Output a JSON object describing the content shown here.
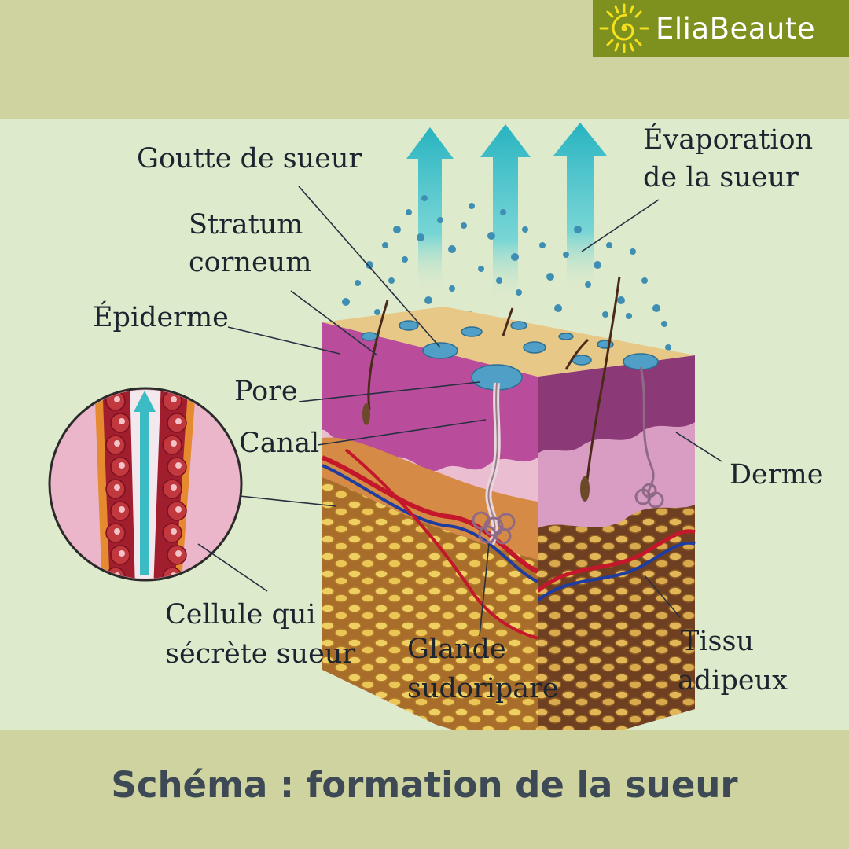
{
  "brand": {
    "name": "EliaBeaute",
    "colors": {
      "banner": "#7e911f",
      "sun": "#f5e11c"
    }
  },
  "labels": {
    "goutte": "Goutte de sueur",
    "stratum": [
      "Stratum",
      "corneum"
    ],
    "epiderme": "Épiderme",
    "pore": "Pore",
    "canal": "Canal",
    "cellule": [
      "Cellule qui",
      "sécrète sueur"
    ],
    "evaporation": [
      "Évaporation",
      "de la sueur"
    ],
    "derme": "Derme",
    "glande": [
      "Glande",
      "sudoripare"
    ],
    "tissu": [
      "Tissu",
      "adipeux"
    ]
  },
  "caption": "Schéma : formation de la sueur",
  "colors": {
    "page": "#cfd39f",
    "panel": "#ddeacb",
    "arrow": "#2eb7c2",
    "epidermis": "#b94d9c",
    "dermis": "#ecb8cf",
    "fat": "#e6c35a"
  }
}
